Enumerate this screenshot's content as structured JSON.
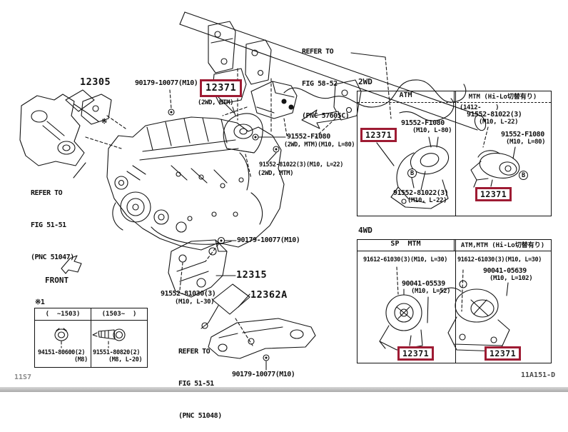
{
  "sheet": {
    "code_left": "11S7",
    "code_right": "11A151-D"
  },
  "colors": {
    "highlight_box": "#9e1b33",
    "line": "#141414"
  },
  "highlight_label": "12371",
  "callouts": {
    "part_12305": "12305",
    "part_12315": "12315",
    "part_12362a": "12362A",
    "front_label": "FRONT",
    "asterisk_marker": "※",
    "bolt_90179_top": "90179-10077(M10)",
    "bolt_90179_mid": "90179-10077(M10)",
    "bolt_90179_bottom": "90179-10077(M10)",
    "main_mount_variant": "(2WD, MTM)",
    "bolt_91552_81030": "91552-81030(3)",
    "bolt_91552_81030_spec": "(M10, L-30)",
    "bolt_f1080": "91552-F1080",
    "bolt_f1080_spec": "(2WD, MTM)(M10, L=80)",
    "bolt_81022": "91552-81022(3)(M10, L=22)",
    "bolt_81022_spec": "(2WD, MTM)",
    "refer_5852": [
      "REFER TO",
      "FIG 58-52",
      "(PNC 57605C)"
    ],
    "refer_51047": [
      "REFER TO",
      "FIG 51-51",
      "(PNC 51047)"
    ],
    "refer_51048": [
      "REFER TO",
      "FIG 51-51",
      "(PNC 51048)"
    ]
  },
  "table_2wd": {
    "section_label": "2WD",
    "columns": [
      "ATM",
      "MTM (Hi-Lo切替有り)"
    ],
    "atm": {
      "part1_num": "91552-F1080",
      "part1_spec": "(M10, L-80)",
      "part2_num": "91552-81022(3)",
      "part2_spec": "(M10, L-22)",
      "fastener_ref": "B"
    },
    "mtm": {
      "note": "(1412-    )",
      "part1_num": "91552-81022(3)",
      "part1_spec": "(M10, L-22)",
      "part2_num": "91552-F1080",
      "part2_spec": "(M10, L=80)",
      "fastener_ref": "B"
    }
  },
  "table_4wd": {
    "section_label": "4WD",
    "columns": [
      "SP  MTM",
      "ATM,MTM (Hi-Lo切替有り)"
    ],
    "sp_mtm": {
      "part1": "91612-61030(3)(M10, L=30)",
      "part2_num": "90041-05539",
      "part2_spec": "(M10, L=52)"
    },
    "atm_mtm": {
      "part1": "91612-61030(3)(M10, L=30)",
      "part2_num": "90041-05639",
      "part2_spec": "(M10, L=102)"
    }
  },
  "table_fasteners": {
    "note_label": "※1",
    "columns": [
      "(  ~1503)",
      "(1503~  )"
    ],
    "col1_num": "94151-80600(2)",
    "col1_spec": "(M8)",
    "col2_num": "91551-80820(2)",
    "col2_spec": "(M8, L-20)"
  }
}
